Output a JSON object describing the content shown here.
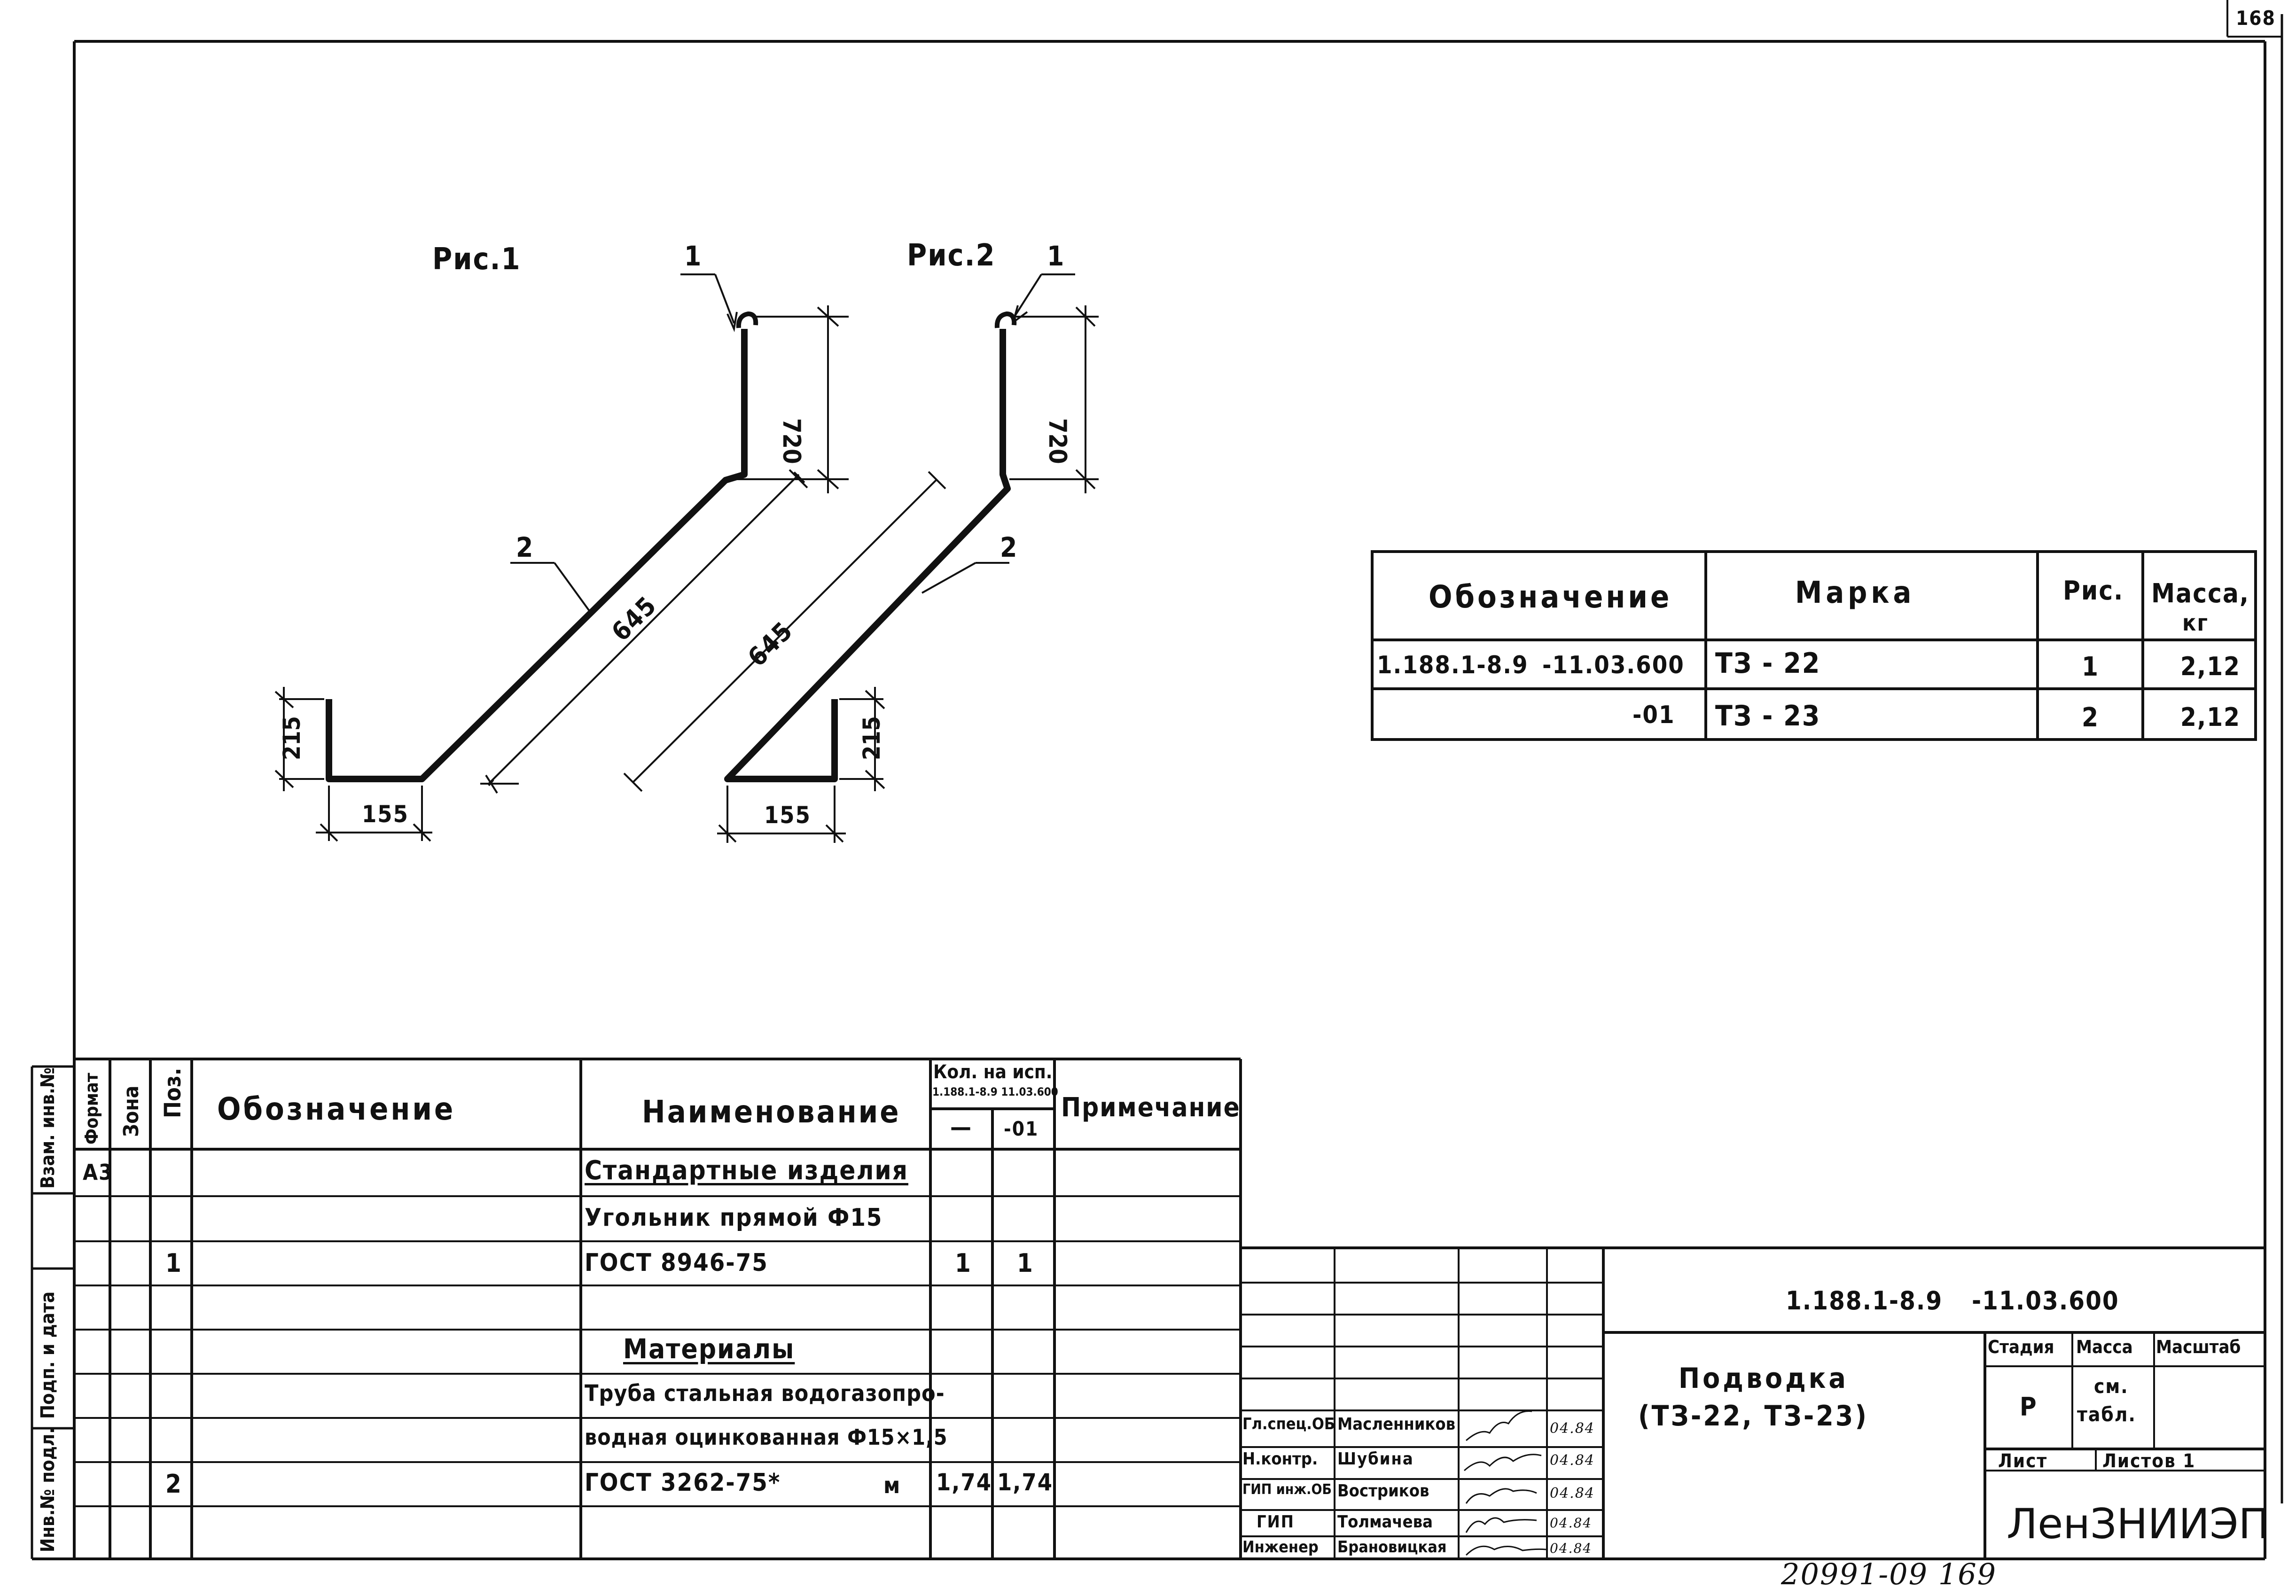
{
  "sheet": {
    "number": "168",
    "stamp": "20991-09  169"
  },
  "figures": {
    "fig1": {
      "caption": "Рис.1",
      "dim_vertical_top": "720",
      "dim_diagonal": "645",
      "dim_vertical_bottom": "215",
      "dim_horizontal": "155",
      "callout_1": "1",
      "callout_2": "2"
    },
    "fig2": {
      "caption": "Рис.2",
      "dim_vertical_top": "720",
      "dim_diagonal": "645",
      "dim_vertical_bottom": "215",
      "dim_horizontal": "155",
      "callout_1": "1",
      "callout_2": "2"
    }
  },
  "marks_table": {
    "headers": {
      "designation": "Обозначение",
      "mark": "Марка",
      "fig": "Рис.",
      "mass": "Масса,",
      "mass_unit": "кг"
    },
    "rows": [
      {
        "designation": "1.188.1-8.9",
        "code": "-11.03.600",
        "mark": "ТЗ - 22",
        "fig": "1",
        "mass": "2,12"
      },
      {
        "designation": "",
        "code": "-01",
        "mark": "ТЗ - 23",
        "fig": "2",
        "mass": "2,12"
      }
    ]
  },
  "spec_table": {
    "headers": {
      "format": "Формат",
      "zone": "Зона",
      "pos": "Поз.",
      "designation": "Обозначение",
      "name": "Наименование",
      "qty": "Кол. на исп.",
      "qty_sub": "1.188.1-8.9 11.03.600",
      "qty_col1": "—",
      "qty_col2": "-01",
      "note": "Примечание"
    },
    "rows": [
      {
        "format": "А3",
        "pos": "",
        "name": "Стандартные изделия",
        "q1": "",
        "q2": ""
      },
      {
        "format": "",
        "pos": "",
        "name": "Угольник прямой Ф15",
        "q1": "",
        "q2": ""
      },
      {
        "format": "",
        "pos": "1",
        "name": "ГОСТ 8946-75",
        "q1": "1",
        "q2": "1"
      },
      {
        "format": "",
        "pos": "",
        "name": "",
        "q1": "",
        "q2": ""
      },
      {
        "format": "",
        "pos": "",
        "name": "Материалы",
        "q1": "",
        "q2": ""
      },
      {
        "format": "",
        "pos": "",
        "name": "Труба стальная водогазопро-",
        "q1": "",
        "q2": ""
      },
      {
        "format": "",
        "pos": "",
        "name": "водная оцинкованная Ф15×1,5",
        "q1": "",
        "q2": ""
      },
      {
        "format": "",
        "pos": "2",
        "name": "ГОСТ 3262-75*",
        "unit": "м",
        "q1": "1,74",
        "q2": "1,74"
      }
    ]
  },
  "title_block": {
    "code": "1.188.1-8.9",
    "code_suffix": "-11.03.600",
    "title_line1": "Подводка",
    "title_line2": "(ТЗ-22, ТЗ-23)",
    "stage_label": "Стадия",
    "mass_label": "Масса",
    "scale_label": "Масштаб",
    "stage_value": "Р",
    "mass_value_1": "см.",
    "mass_value_2": "табл.",
    "sheet_label": "Лист",
    "sheets_label": "Листов 1",
    "organization": "ЛенЗНИИЭП",
    "signatures": [
      {
        "role": "Гл.спец.ОБ",
        "name": "Масленников",
        "date": "04.84"
      },
      {
        "role": "Н.контр.",
        "name": "Шубина",
        "date": "04.84"
      },
      {
        "role": "ГИП инж.ОБ",
        "name": "Востриков",
        "date": "04.84"
      },
      {
        "role": "ГИП",
        "name": "Толмачева",
        "date": "04.84"
      },
      {
        "role": "Инженер",
        "name": "Брановицкая",
        "date": "04.84"
      }
    ]
  },
  "side_strip": {
    "inv_podl": "Инв.№ подл.",
    "podp_data": "Подп. и дата",
    "vzam": "Взам. инв.№"
  }
}
